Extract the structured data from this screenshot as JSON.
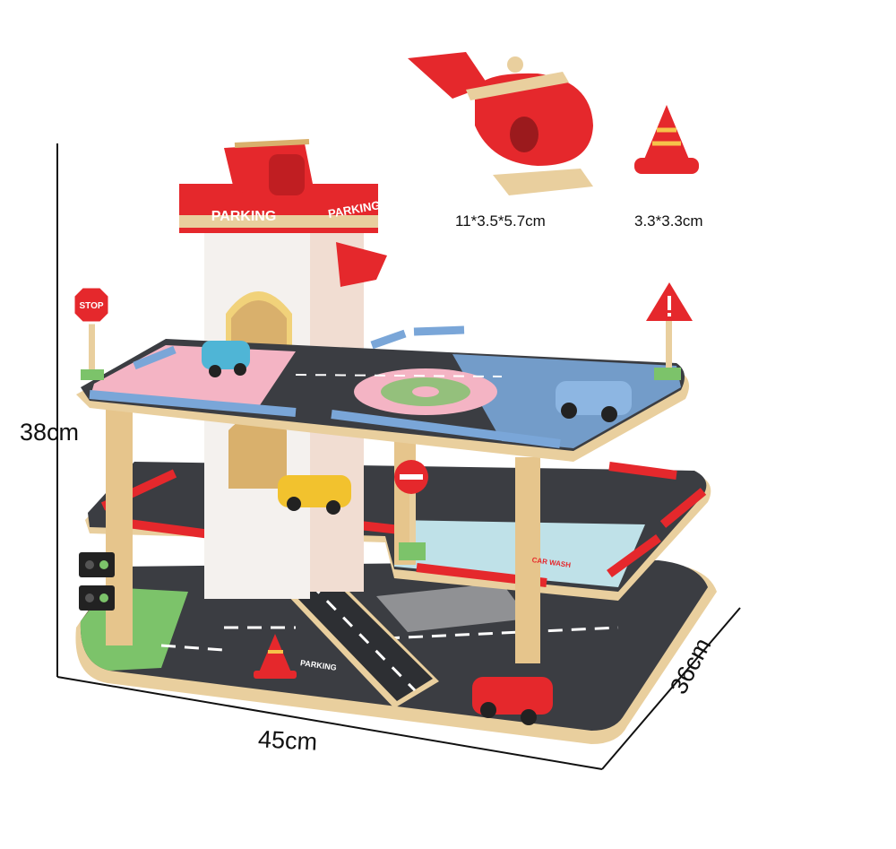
{
  "labels": {
    "height": "38cm",
    "width": "45cm",
    "depth": "36cm",
    "helicopter_size": "11*3.5*5.7cm",
    "cone_size": "3.3*3.3cm"
  },
  "signs": {
    "tower_left": "PARKING",
    "tower_right": "PARKING",
    "stop": "STOP",
    "road": "PARKING",
    "carwash": "CAR WASH"
  },
  "colors": {
    "red": "#e5282c",
    "wood": "#e9cf9e",
    "road": "#3b3d42",
    "blue_rail": "#7aa6d8",
    "pink": "#f4b4c4",
    "green": "#7cc36a"
  }
}
